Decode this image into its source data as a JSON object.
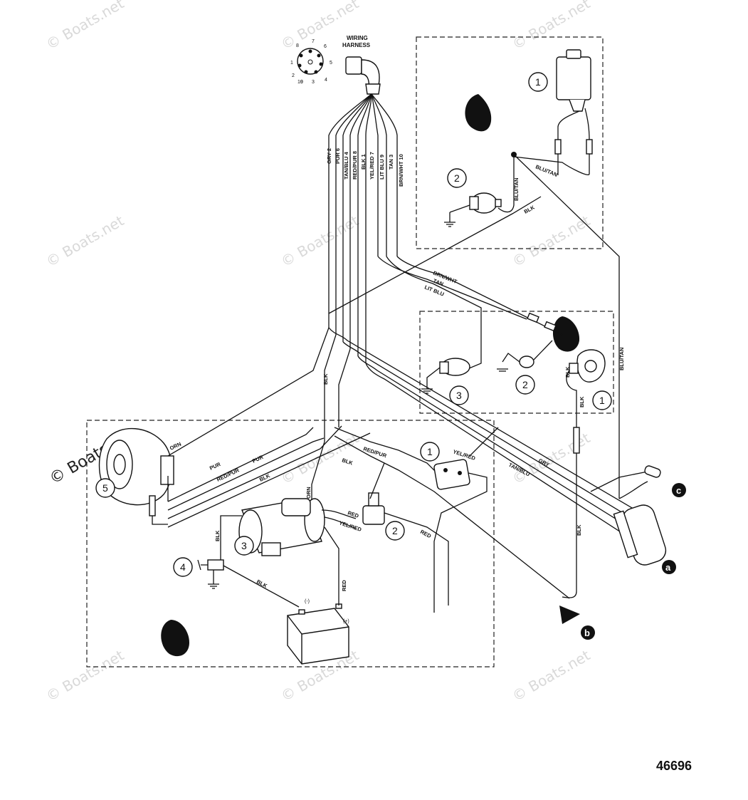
{
  "harness": {
    "title_line1": "WIRING",
    "title_line2": "HARNESS"
  },
  "connector_pins": [
    "1",
    "2",
    "3",
    "4",
    "5",
    "6",
    "7",
    "8",
    "9",
    "10"
  ],
  "harness_wires": [
    "GRY 2",
    "PUR 6",
    "TAN/BLU 4",
    "RED/PUR 8",
    "BLK 1",
    "YEL/RED 7",
    "LIT BLU 9",
    "TAN 3",
    "BRN/WHT 10"
  ],
  "wire_labels": {
    "blu_tan_upper": "BLU/TAN",
    "blu_tan_lower": "BLU/TAN",
    "blk_upper": "BLK",
    "brn_wht": "BRN/WHT",
    "tan": "TAN",
    "lit_blu": "LIT BLU",
    "blk_middle": "BLK",
    "blk_sensor": "BLK",
    "blu_tan_right": "BLU/TAN",
    "orn_alt": "ORN",
    "pur_alt1": "PUR",
    "pur_alt2": "PUR",
    "red_pur_alt": "RED/PUR",
    "blk_alt": "BLK",
    "orn_starter": "ORN",
    "red_pur_mid": "RED/PUR",
    "blk_mid": "BLK",
    "yel_red": "YEL/RED",
    "gry": "GRY",
    "tan_blu": "TAN/BLU",
    "red_starter": "RED",
    "yel_red_starter": "YEL/RED",
    "red_solenoid": "RED",
    "blk_ground": "BLK",
    "blk_battery": "BLK",
    "red_battery": "RED",
    "blk_right": "BLK"
  },
  "callouts": [
    "1",
    "2",
    "1",
    "2",
    "3",
    "1",
    "2",
    "3",
    "4",
    "5"
  ],
  "battery": {
    "neg": "(-)",
    "pos": "(+)"
  },
  "terminals": {
    "c": "c",
    "a": "a",
    "b": "b"
  },
  "watermark": "© Boats.net",
  "figure_number": "46696"
}
